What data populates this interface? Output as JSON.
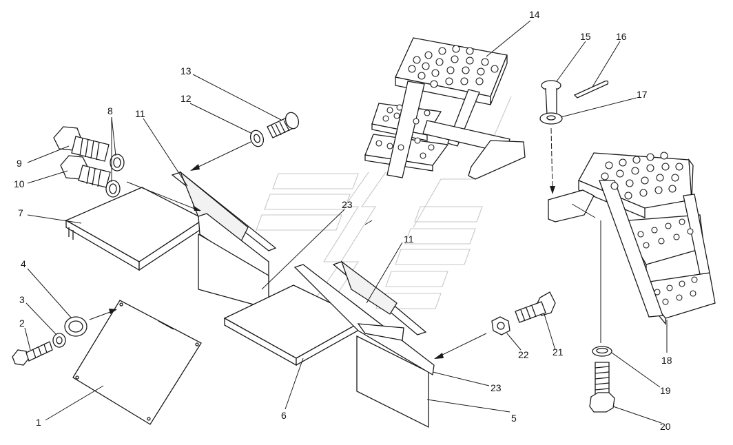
{
  "callouts": [
    {
      "id": "c1",
      "text": "1"
    },
    {
      "id": "c2",
      "text": "2"
    },
    {
      "id": "c3",
      "text": "3"
    },
    {
      "id": "c4",
      "text": "4"
    },
    {
      "id": "c5",
      "text": "5"
    },
    {
      "id": "c6",
      "text": "6"
    },
    {
      "id": "c7",
      "text": "7"
    },
    {
      "id": "c8",
      "text": "8"
    },
    {
      "id": "c9",
      "text": "9"
    },
    {
      "id": "c10",
      "text": "10"
    },
    {
      "id": "c11a",
      "text": "11"
    },
    {
      "id": "c11b",
      "text": "11"
    },
    {
      "id": "c12",
      "text": "12"
    },
    {
      "id": "c13",
      "text": "13"
    },
    {
      "id": "c14",
      "text": "14"
    },
    {
      "id": "c15",
      "text": "15"
    },
    {
      "id": "c16",
      "text": "16"
    },
    {
      "id": "c17",
      "text": "17"
    },
    {
      "id": "c18",
      "text": "18"
    },
    {
      "id": "c19",
      "text": "19"
    },
    {
      "id": "c20",
      "text": "20"
    },
    {
      "id": "c21",
      "text": "21"
    },
    {
      "id": "c22",
      "text": "22"
    },
    {
      "id": "c23a",
      "text": "23"
    },
    {
      "id": "c23b",
      "text": "23"
    }
  ]
}
